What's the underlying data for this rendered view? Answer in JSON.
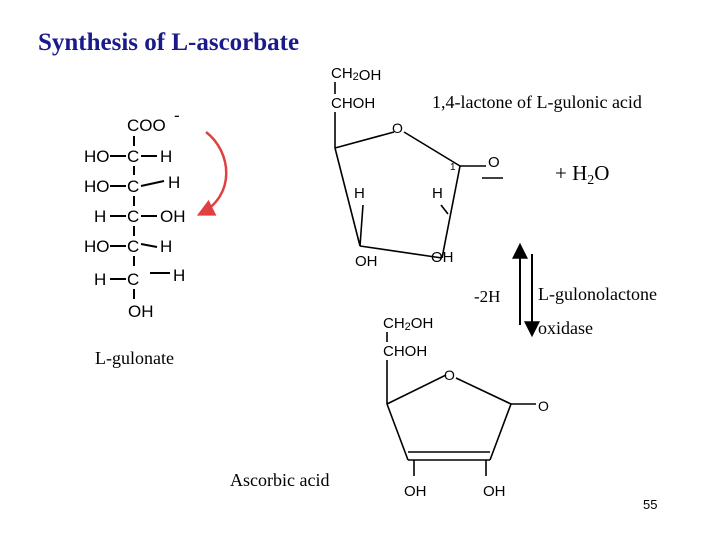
{
  "slide": {
    "title": "Synthesis of L-ascorbate",
    "page_number": "55"
  },
  "gulonate": {
    "name": "L-gulonate",
    "carboxylate": "COO",
    "carboxylate_charge": "-",
    "c1_left": "HO",
    "c1_right": "H",
    "c2_left": "HO",
    "c2_right": "H",
    "c3_left": "H",
    "c3_right": "OH",
    "c4_left": "HO",
    "c4_right": "H",
    "c5_left": "H",
    "c5_right": "H",
    "c5_bottom": "OH",
    "carbon": "C"
  },
  "lactone": {
    "name": "1,4-lactone of L-gulonic acid",
    "ch2oh": "CH2OH",
    "choh": "CHOH",
    "ring_o": "O",
    "carbonyl_o": "O",
    "position_number": "1",
    "h_left": "H",
    "h_right": "H",
    "oh_left": "OH",
    "oh_right": "OH",
    "byproduct": "+ H2O"
  },
  "conversion": {
    "minus_2h": "-2H",
    "enzyme_line1": "L-gulonolactone",
    "enzyme_line2": "oxidase"
  },
  "ascorbic": {
    "name": "Ascorbic acid",
    "ch2oh": "CH2OH",
    "choh": "CHOH",
    "ring_o": "O",
    "carbonyl_o": "O",
    "oh_left": "OH",
    "oh_right": "OH"
  },
  "colors": {
    "title": "#1a1a8c",
    "curved_arrow": "#e04040",
    "text": "#000000"
  }
}
